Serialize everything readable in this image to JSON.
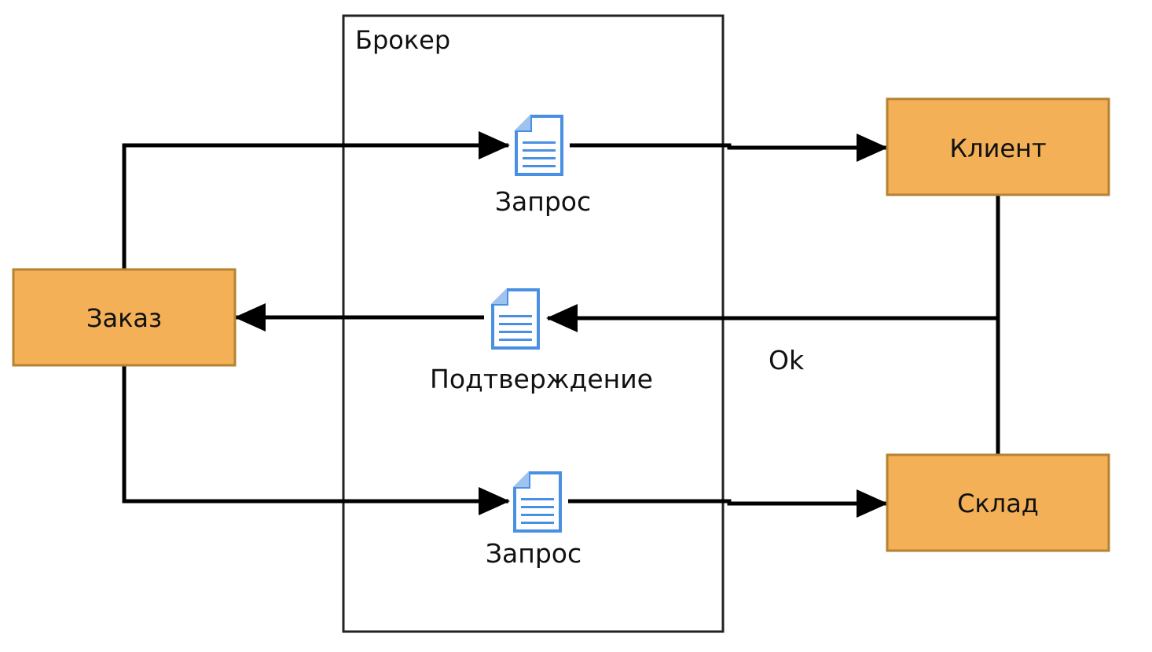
{
  "container": {
    "label": "Брокер"
  },
  "nodes": {
    "order": {
      "label": "Заказ"
    },
    "client": {
      "label": "Клиент"
    },
    "warehouse": {
      "label": "Склад"
    }
  },
  "messages": {
    "request_top": {
      "label": "Запрос",
      "icon": "document-icon"
    },
    "confirmation": {
      "label": "Подтверждение",
      "icon": "document-icon"
    },
    "request_bottom": {
      "label": "Запрос",
      "icon": "document-icon"
    }
  },
  "edge_labels": {
    "ok": "Ok"
  },
  "colors": {
    "node_fill": "#F4B057",
    "node_stroke": "#B58231",
    "doc_fill": "#4A90E2",
    "line": "#000000",
    "container_stroke": "#222222"
  }
}
